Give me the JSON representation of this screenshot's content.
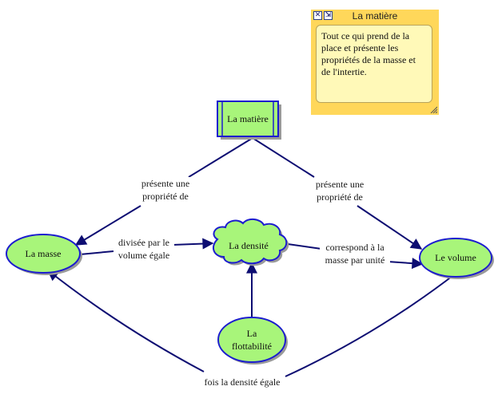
{
  "concept_map": {
    "nodes": {
      "matiere": {
        "label": "La matière",
        "shape": "rectangle"
      },
      "masse": {
        "label": "La masse",
        "shape": "ellipse"
      },
      "densite": {
        "label": "La densité",
        "shape": "cloud"
      },
      "volume": {
        "label": "Le volume",
        "shape": "ellipse"
      },
      "flottabilite": {
        "label": "La flottabilité",
        "label_line1": "La",
        "label_line2": "flottabilité",
        "shape": "ellipse"
      }
    },
    "links": {
      "matiere_masse": {
        "line1": "présente une",
        "line2": "propriété de",
        "from": "La matière",
        "to": "La masse"
      },
      "matiere_volume": {
        "line1": "présente une",
        "line2": "propriété de",
        "from": "La matière",
        "to": "Le volume"
      },
      "masse_densite": {
        "line1": "divisée par le",
        "line2": "volume égale",
        "from": "La masse",
        "to": "La densité"
      },
      "densite_volume": {
        "line1": "correspond à la",
        "line2": "masse par unité",
        "from": "La densité",
        "to": "Le volume"
      },
      "volume_masse": {
        "line1": "fois la densité égale",
        "from": "Le volume",
        "to": "La masse"
      },
      "flottabilite_densite": {
        "from": "La flottabilité",
        "to": "La densité"
      }
    }
  },
  "note": {
    "title": "La matière",
    "body": "Tout ce qui prend de la place et présente les propriétés de la masse et de l'intertie.",
    "close_icon": "close-icon",
    "expand_icon": "expand-icon",
    "colors": {
      "frame": "#ffd75a",
      "body": "#fff9b8"
    }
  },
  "colors": {
    "node_fill": "#a8f57a",
    "node_border": "#1c1ccf",
    "link": "#0d0d72",
    "shadow": "#9a9a9a"
  }
}
